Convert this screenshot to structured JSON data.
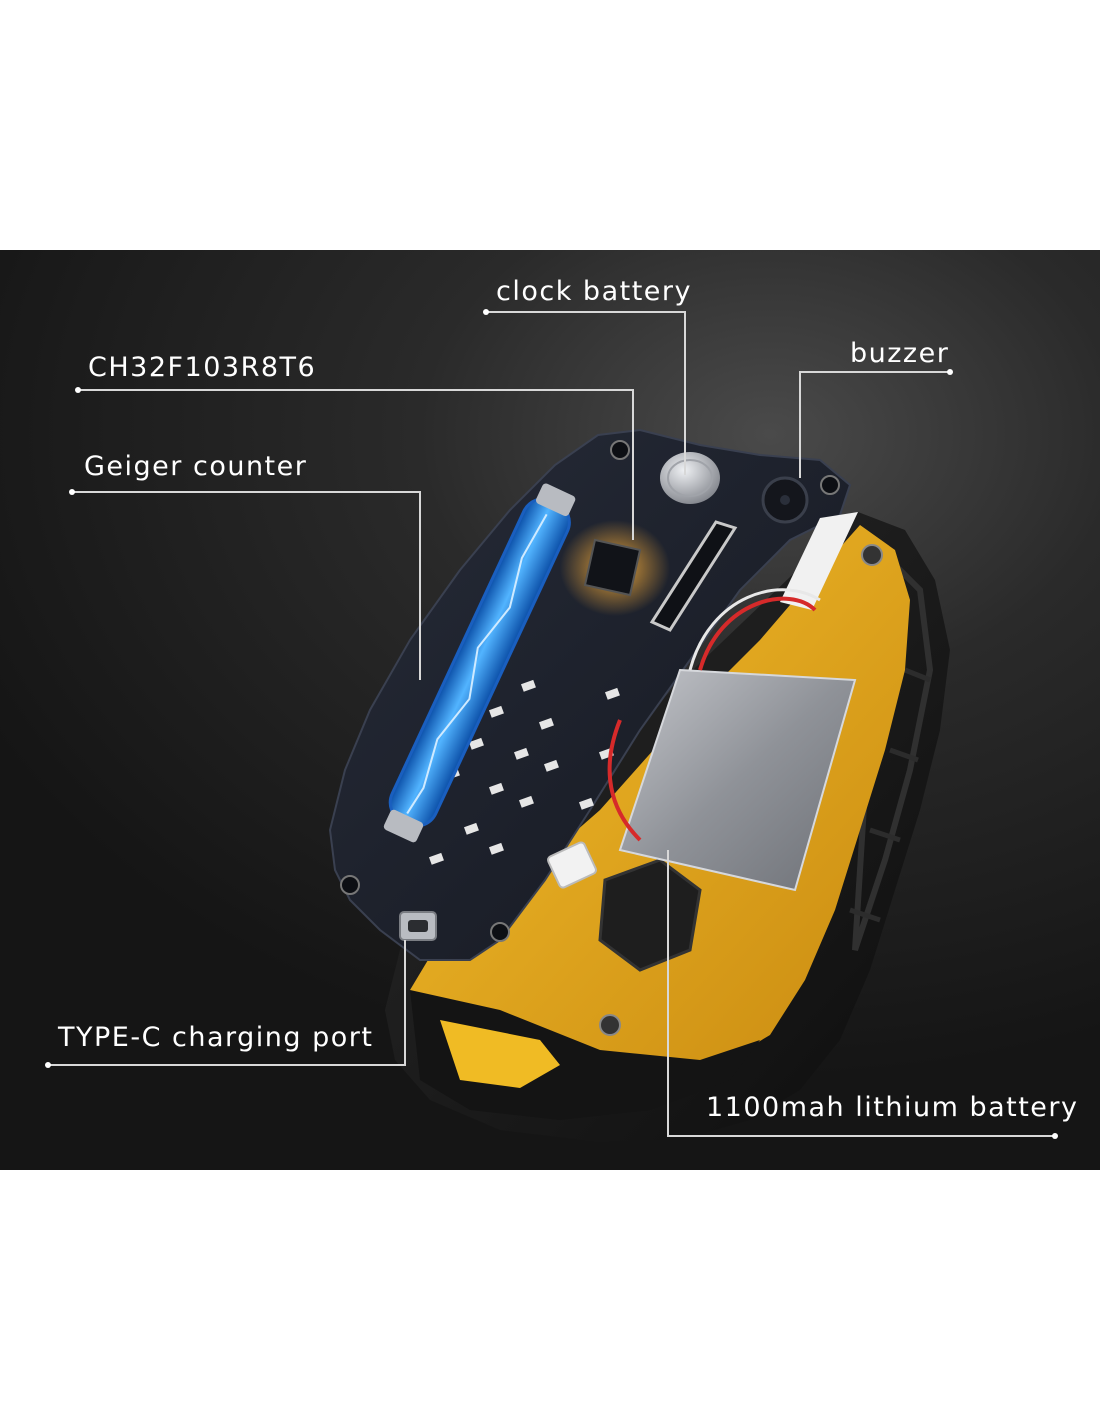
{
  "photo": {
    "subject": "geiger-counter-device-internals",
    "colors": {
      "background": "#1c1c1c",
      "pcb": "#1b1f29",
      "housing": "#e0a51c",
      "rubber": "#141414",
      "tube": "#2f8fe6",
      "battery": "#9c9ea4"
    }
  },
  "callouts": {
    "clock_battery": "clock battery",
    "chip": "CH32F103R8T6",
    "buzzer": "buzzer",
    "geiger": "Geiger counter",
    "type_c": "TYPE-C charging port",
    "lithium": "1100mah lithium battery"
  }
}
